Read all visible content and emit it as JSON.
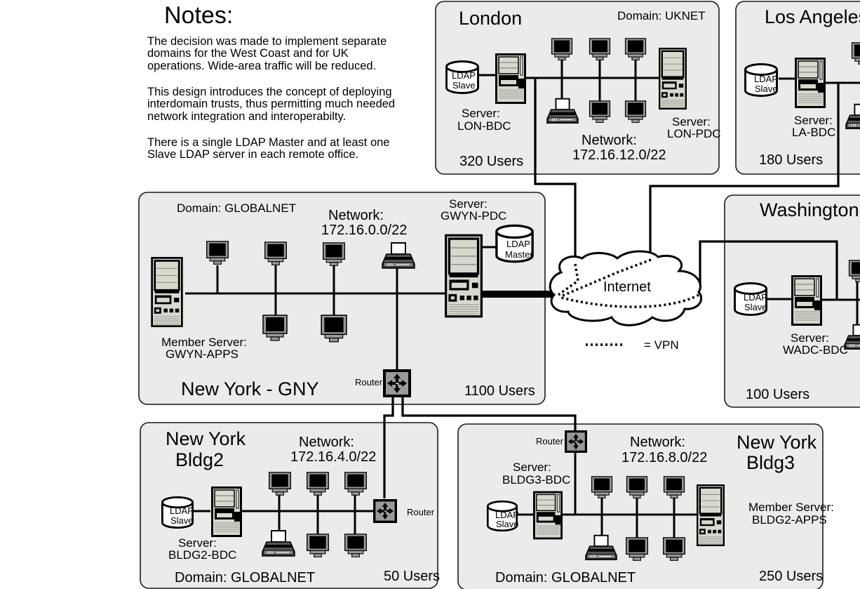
{
  "notes": {
    "title": "Notes:",
    "paragraphs": [
      [
        "The decision was made to implement separate",
        "domains for the West Coast and for UK",
        "operations. Wide-area traffic will be reduced."
      ],
      [
        "This design introduces the concept of deploying",
        "interdomain trusts, thus permitting much needed",
        "network integration and interoperabilty."
      ],
      [
        "There is a single LDAP Master and at least one",
        "Slave LDAP server in each remote office."
      ]
    ]
  },
  "legend": {
    "vpn_label": "= VPN"
  },
  "internet": {
    "label": "Internet"
  },
  "sites": {
    "london": {
      "name": "London",
      "domain": "Domain: UKNET",
      "network_label": "Network:",
      "network": "172.16.12.0/22",
      "users": "320 Users",
      "bdc_label": "Server:",
      "bdc": "LON-BDC",
      "pdc_label": "Server:",
      "pdc": "LON-PDC",
      "ldap": [
        "LDAP",
        "Slave"
      ]
    },
    "los_angeles": {
      "name": "Los Angeles",
      "users": "180 Users",
      "bdc_label": "Server:",
      "bdc": "LA-BDC",
      "ldap": [
        "LDAP",
        "Slave"
      ]
    },
    "washington": {
      "name": "Washington",
      "users": "100 Users",
      "bdc_label": "Server:",
      "bdc": "WADC-BDC",
      "ldap": [
        "LDAP",
        "Slave"
      ]
    },
    "new_york_gny": {
      "name": "New York - GNY",
      "domain": "Domain: GLOBALNET",
      "network_label": "Network:",
      "network": "172.16.0.0/22",
      "users": "1100 Users",
      "pdc_label": "Server:",
      "pdc": "GWYN-PDC",
      "member_label": "Member Server:",
      "member": "GWYN-APPS",
      "router": "Router",
      "ldap": [
        "LDAP",
        "Master"
      ]
    },
    "new_york_bldg2": {
      "name": [
        "New York",
        "Bldg2"
      ],
      "domain": "Domain: GLOBALNET",
      "network_label": "Network:",
      "network": "172.16.4.0/22",
      "users": "50 Users",
      "bdc_label": "Server:",
      "bdc": "BLDG2-BDC",
      "router": "Router",
      "ldap": [
        "LDAP",
        "Slave"
      ]
    },
    "new_york_bldg3": {
      "name": [
        "New York",
        "Bldg3"
      ],
      "domain": "Domain: GLOBALNET",
      "network_label": "Network:",
      "network": "172.16.8.0/22",
      "users": "250 Users",
      "bdc_label": "Server:",
      "bdc": "BLDG3-BDC",
      "member_label": "Member Server:",
      "member": "BLDG2-APPS",
      "router": "Router",
      "ldap": [
        "LDAP",
        "Slave"
      ]
    }
  }
}
